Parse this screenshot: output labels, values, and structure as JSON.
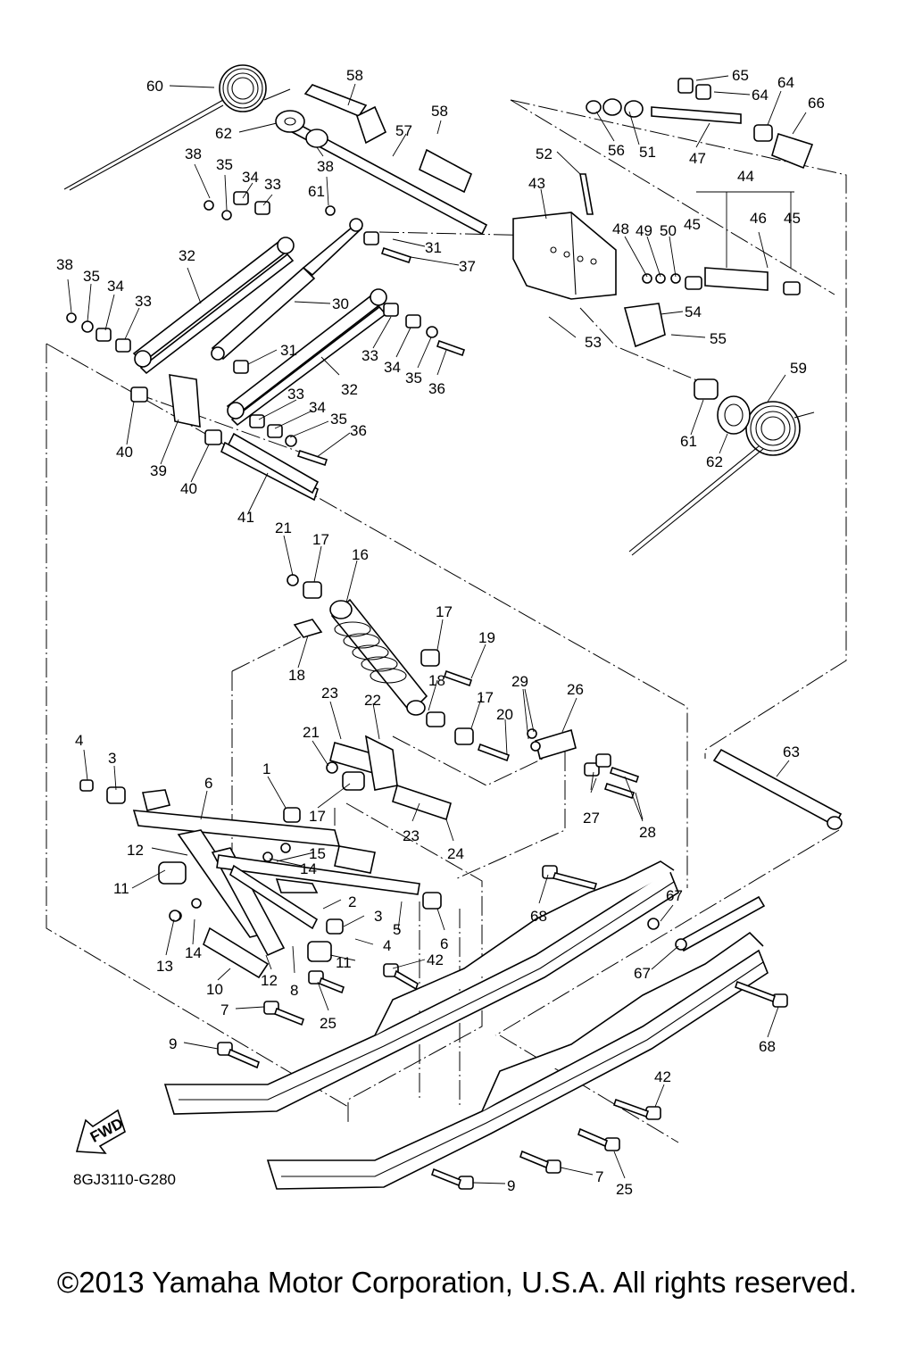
{
  "diagram": {
    "drawing_code": "8GJ3110-G280",
    "fwd_label": "FWD",
    "copyright": "©2013 Yamaha Motor Corporation, U.S.A. All rights reserved.",
    "callouts": [
      "60",
      "58",
      "58",
      "57",
      "62",
      "61",
      "38",
      "35",
      "34",
      "33",
      "38",
      "31",
      "37",
      "65",
      "64",
      "64",
      "66",
      "56",
      "51",
      "47",
      "52",
      "43",
      "44",
      "48",
      "49",
      "50",
      "45",
      "46",
      "45",
      "54",
      "55",
      "53",
      "32",
      "30",
      "38",
      "35",
      "34",
      "33",
      "31",
      "33",
      "34",
      "35",
      "36",
      "32",
      "33",
      "34",
      "35",
      "36",
      "40",
      "39",
      "40",
      "59",
      "61",
      "62",
      "41",
      "21",
      "17",
      "16",
      "17",
      "19",
      "18",
      "18",
      "23",
      "22",
      "17",
      "20",
      "29",
      "26",
      "21",
      "63",
      "4",
      "3",
      "6",
      "1",
      "17",
      "23",
      "24",
      "12",
      "15",
      "14",
      "11",
      "27",
      "28",
      "2",
      "3",
      "68",
      "67",
      "13",
      "14",
      "5",
      "6",
      "4",
      "10",
      "12",
      "8",
      "11",
      "42",
      "67",
      "7",
      "25",
      "9",
      "68",
      "42",
      "9",
      "7",
      "25"
    ]
  }
}
